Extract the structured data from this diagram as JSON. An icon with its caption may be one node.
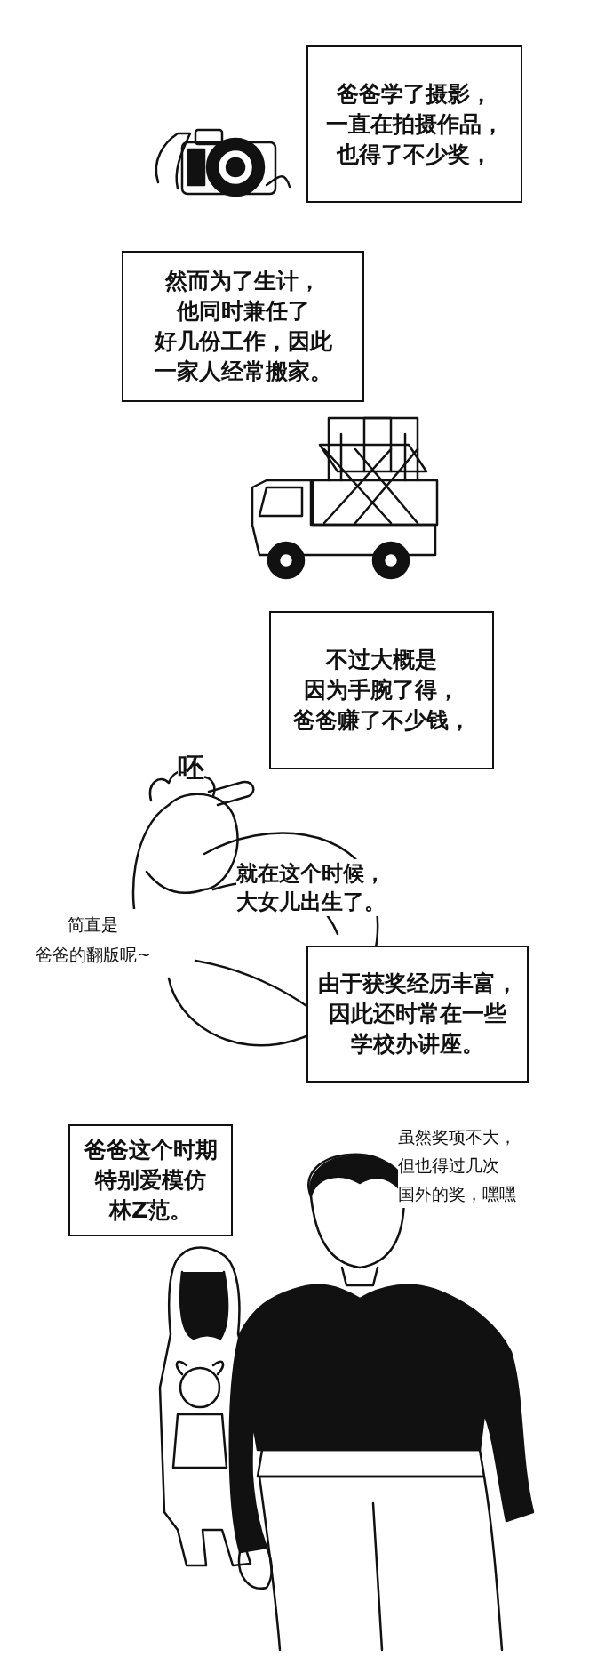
{
  "diagram": {
    "nodes": [
      {
        "text": [
          "爸爸学了摄影，一直在拍摄作品，也得了不少奖，"
        ]
      },
      {
        "text": [
          "然而为了生计，他同时兼任了好几份工作，因此一家人经常搬家。"
        ]
      },
      {
        "text": [
          "不过大概是因为手腕了得，爸爸赚了不少钱，"
        ]
      },
      {
        "text": [
          "由于获奖经历丰富，因此还时常在一些学校办讲座。"
        ]
      },
      {
        "text": [
          "爸爸这个时期特别爱模仿林Z范。"
        ]
      }
    ],
    "labels": [
      "呸",
      "就在这个时候，大女儿出生了。",
      "简直是爸爸的翻版呢~",
      "虽然奖项不大，但也得过几次国外的奖，嘿嘿"
    ]
  }
}
